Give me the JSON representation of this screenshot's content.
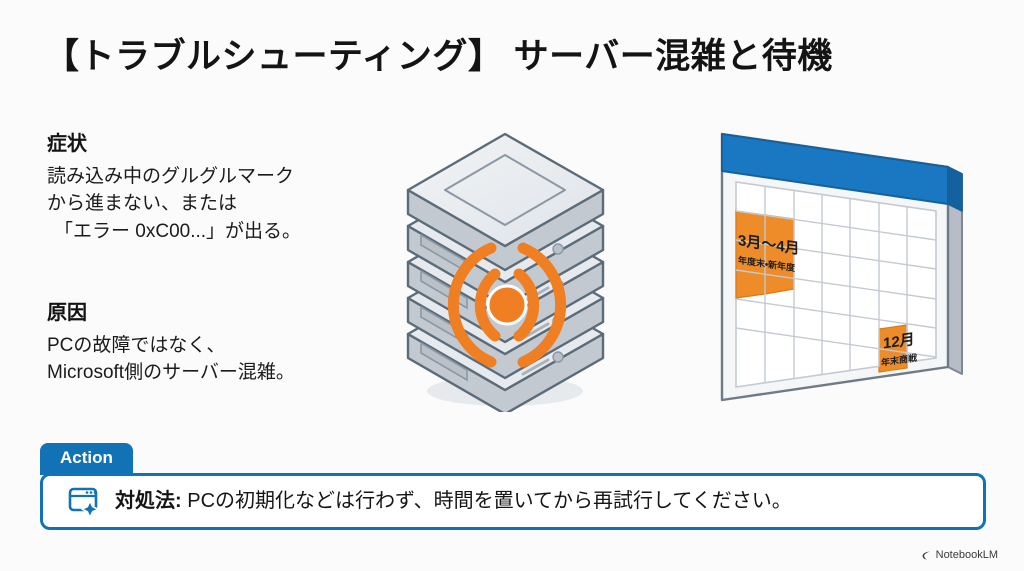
{
  "slide": {
    "title": "【トラブルシューティング】 サーバー混雑と待機",
    "background_color": "#fbfbfb",
    "accent_blue": "#1272b6",
    "accent_orange": "#ef7f22"
  },
  "symptom": {
    "heading": "症状",
    "lines": [
      "読み込み中のグルグルマーク",
      "から進まない、または",
      "「エラー 0xC00...」が出る。"
    ]
  },
  "cause": {
    "heading": "原因",
    "lines": [
      "PCの故障ではなく、",
      "Microsoft側のサーバー混雑。"
    ]
  },
  "server_illustration": {
    "icon_name": "server-stack-with-signal-waves",
    "units": 5,
    "wave_color": "#ef7f22",
    "body_color": "#d9dde2"
  },
  "calendar_illustration": {
    "icon_name": "isometric-wall-calendar",
    "header_color": "#1a78c2",
    "columns": 7,
    "rows": 5,
    "highlights": [
      {
        "main": "3月〜4月",
        "sub": "年度末・新年度",
        "color": "#ef8c2a"
      },
      {
        "main": "12月",
        "sub": "年末商戦",
        "color": "#ef8c2a"
      }
    ]
  },
  "action": {
    "tab_label": "Action",
    "icon_name": "window-sparkle-icon",
    "prefix": "対処法:",
    "text": " PCの初期化などは行わず、時間を置いてから再試行してください。"
  },
  "watermark": {
    "label": "NotebookLM"
  }
}
